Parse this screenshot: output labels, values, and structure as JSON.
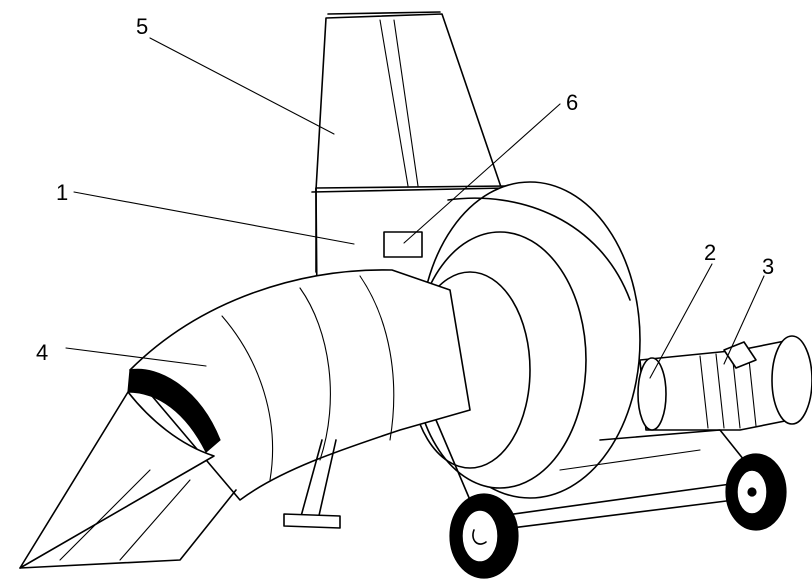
{
  "labels": {
    "n1": "1",
    "n2": "2",
    "n3": "3",
    "n4": "4",
    "n5": "5",
    "n6": "6"
  },
  "colors": {
    "ink": "#000000",
    "paper": "#ffffff"
  }
}
